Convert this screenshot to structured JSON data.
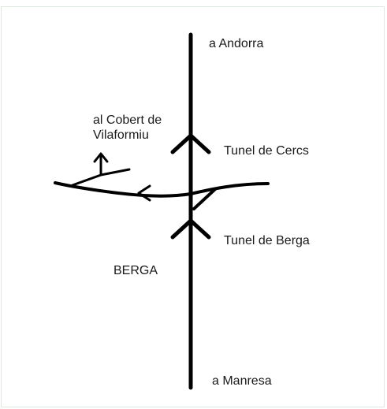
{
  "labels": {
    "andorra": "a Andorra",
    "cobert_line1": "al Cobert de",
    "cobert_line2": "Vilaformiu",
    "tunel_cercs": "Tunel de Cercs",
    "tunel_berga": "Tunel de Berga",
    "berga": "BERGA",
    "manresa": "a Manresa"
  },
  "colors": {
    "background": "#ffffff",
    "ink": "#000000",
    "frame": "#dfe8df"
  }
}
